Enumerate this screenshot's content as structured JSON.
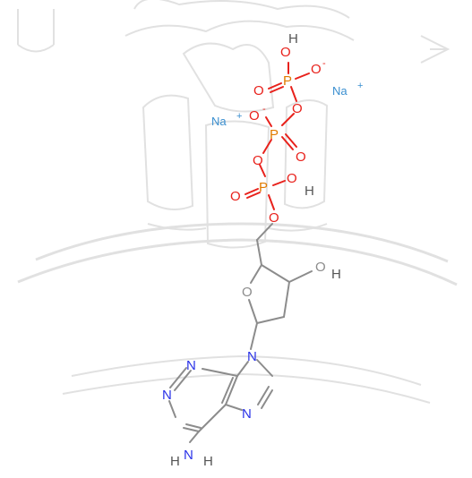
{
  "colors": {
    "oxygen": "#e8211b",
    "phosphorus": "#e07b00",
    "nitrogen": "#2a32e8",
    "sodium": "#3a8fd0",
    "carbon_bond": "#8c8c8c",
    "hydrogen": "#555555",
    "watermark": "#dcdcdc"
  },
  "atoms": {
    "phos1": {
      "o_top": "O",
      "h_top": "H",
      "p": "P",
      "o_right": "O",
      "o_right_charge": "-",
      "o_double": "O",
      "o_bridge": "O"
    },
    "phos2": {
      "o_left": "O",
      "o_left_charge": "-",
      "p": "P",
      "o_double": "O"
    },
    "phos3": {
      "o_top": "O",
      "p": "P",
      "o_double": "O",
      "o_right": "O",
      "h_right": "H",
      "o_bottom": "O"
    },
    "sugar": {
      "o_ring": "O",
      "o": "O",
      "h": "H"
    },
    "base": {
      "n1": "N",
      "n2": "N",
      "n3": "N",
      "n4": "N",
      "h1": "H",
      "n_amine": "N",
      "h2": "H"
    },
    "sodium1": {
      "symbol": "Na",
      "charge": "+"
    },
    "sodium2": {
      "symbol": "Na",
      "charge": "+"
    }
  },
  "watermark_text": ""
}
